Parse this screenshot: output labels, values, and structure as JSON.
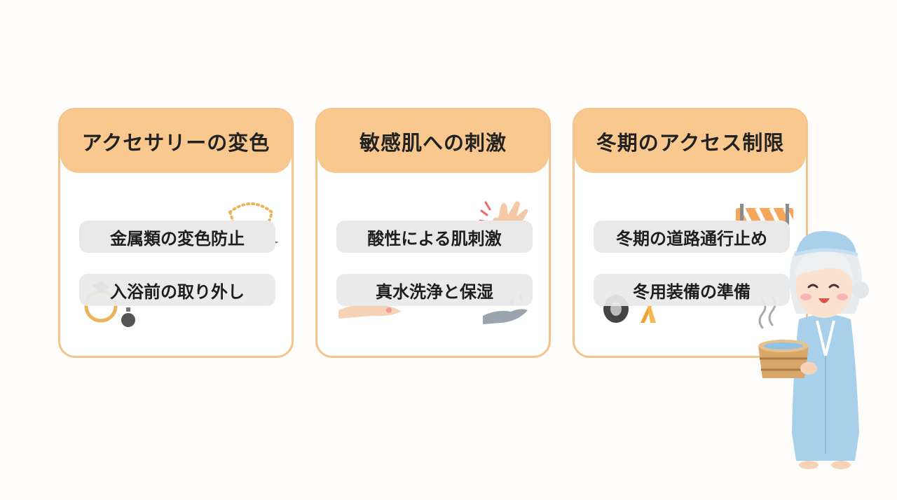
{
  "cards": [
    {
      "title": "アクセサリーの変色",
      "items": [
        "金属類の変色防止",
        "入浴前の取り外し"
      ]
    },
    {
      "title": "敏感肌への刺激",
      "items": [
        "酸性による肌刺激",
        "真水洗浄と保湿"
      ]
    },
    {
      "title": "冬期のアクセス制限",
      "items": [
        "冬期の道路通行止め",
        "冬用装備の準備"
      ]
    }
  ],
  "colors": {
    "header": "#f8c88e",
    "border": "#f5c48a",
    "pill": "#e9e9e9",
    "robe": "#a9d0ea"
  },
  "icons": [
    "necklace-icon",
    "sparkle-icon",
    "ring-icon",
    "gem-icon",
    "irritated-hand-icon",
    "hand-icon",
    "water-hand-icon",
    "road-barrier-icon",
    "tire-icon",
    "tool-icon",
    "onsen-mascot-icon"
  ]
}
